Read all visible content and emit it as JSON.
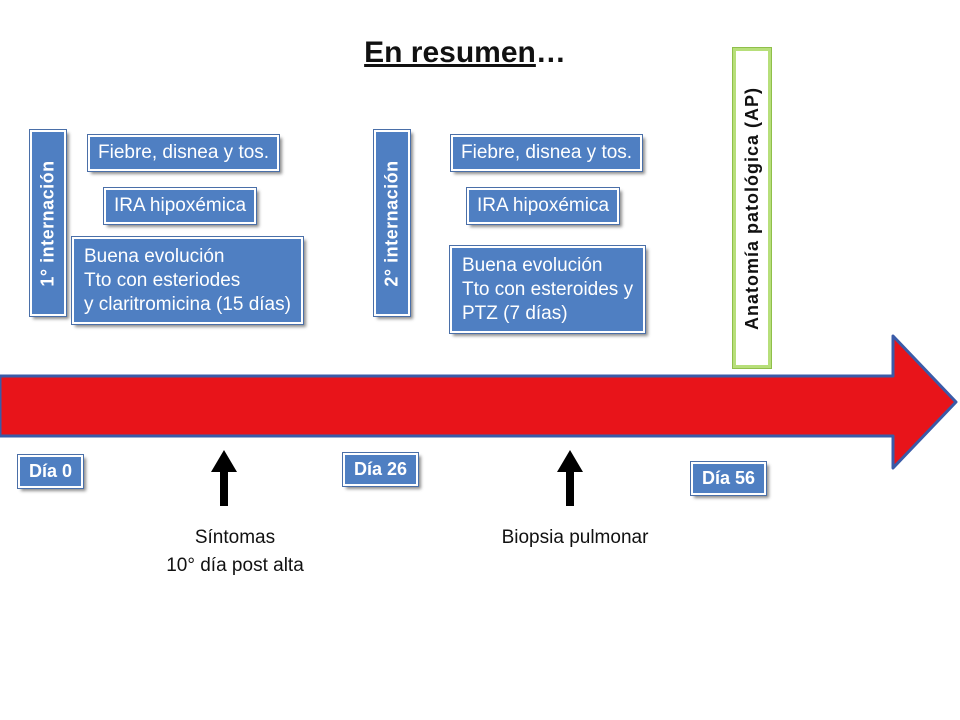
{
  "title": {
    "underlined": "En resumen",
    "suffix": "…"
  },
  "admissions": [
    {
      "label": "1° internación",
      "symptoms": "Fiebre, disnea y tos.",
      "diagnosis": "IRA hipoxémica",
      "outcome": [
        "Buena evolución",
        "Tto con esteriodes",
        "y claritromicina (15 días)"
      ]
    },
    {
      "label": "2° internación",
      "symptoms": "Fiebre, disnea y tos.",
      "diagnosis": "IRA hipoxémica",
      "outcome": [
        "Buena evolución",
        "Tto con esteroides y",
        "PTZ (7 días)"
      ]
    }
  ],
  "pathology_label": "Anatomía patológica (AP)",
  "timeline": {
    "days": [
      "Día 0",
      "Día 26",
      "Día 56"
    ],
    "events": [
      {
        "lines": [
          "Síntomas",
          "10° día post alta"
        ]
      },
      {
        "lines": [
          "Biopsia pulmonar"
        ]
      }
    ]
  },
  "colors": {
    "box_fill": "#4f7fc2",
    "box_text": "#ffffff",
    "arrow_fill": "#e8141a",
    "arrow_outline": "#3a5ba8",
    "pathology_border": "#b7df7a",
    "event_arrow": "#000000"
  }
}
